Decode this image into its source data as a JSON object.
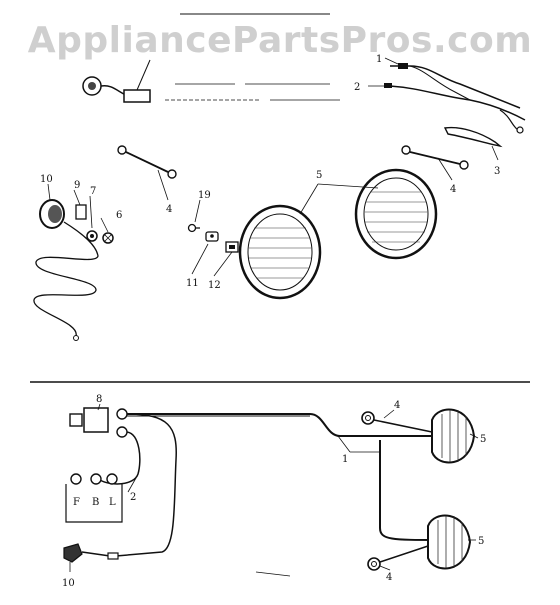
{
  "watermark": "AppliancePartsPros.com",
  "upper_view": {
    "callouts": {
      "c1": "1",
      "c2": "2",
      "c3": "3",
      "c4a": "4",
      "c4b": "4",
      "c5": "5",
      "c6": "6",
      "c7": "7",
      "c9": "9",
      "c10": "10",
      "c11": "11",
      "c12": "12",
      "c19": "19"
    }
  },
  "lower_view": {
    "switch_positions": [
      "F",
      "B",
      "L"
    ],
    "callouts": {
      "c8": "8",
      "c4a": "4",
      "c4b": "4",
      "c5a": "5",
      "c5b": "5",
      "c1": "1",
      "c2": "2",
      "c10": "10"
    }
  }
}
